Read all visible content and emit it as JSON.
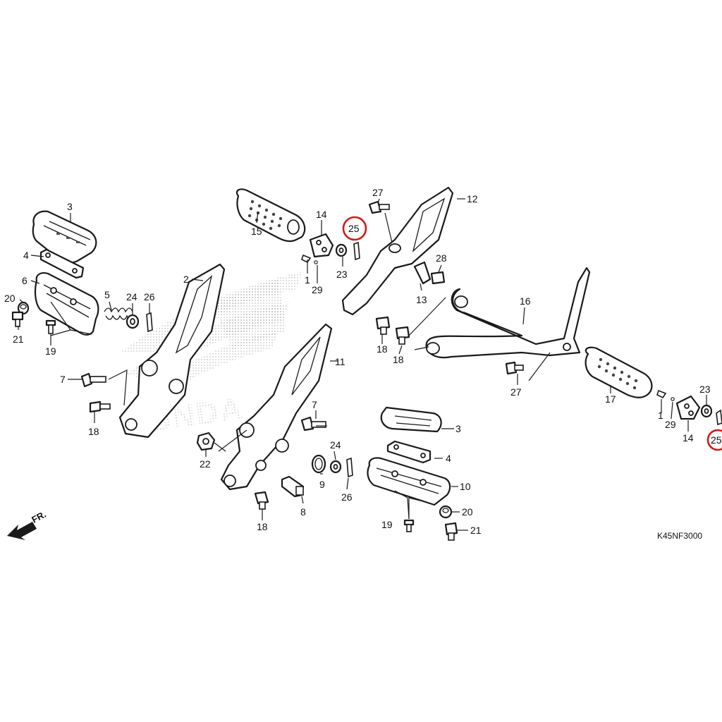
{
  "diagram": {
    "drawing_code": "K45NF3000",
    "front_label": "FR.",
    "highlight_color": "#d21a1a",
    "watermark_brand": "HONDA",
    "callouts": {
      "c1a": "1",
      "c1b": "1",
      "c2": "2",
      "c3a": "3",
      "c3b": "3",
      "c4a": "4",
      "c4b": "4",
      "c5": "5",
      "c6": "6",
      "c7a": "7",
      "c7b": "7",
      "c8": "8",
      "c9": "9",
      "c10": "10",
      "c11": "11",
      "c12": "12",
      "c13": "13",
      "c14a": "14",
      "c14b": "14",
      "c15": "15",
      "c16": "16",
      "c17": "17",
      "c18a": "18",
      "c18b": "18",
      "c18c": "18",
      "c18d": "18",
      "c19a": "19",
      "c19b": "19",
      "c20a": "20",
      "c20b": "20",
      "c21a": "21",
      "c21b": "21",
      "c22": "22",
      "c23a": "23",
      "c23b": "23",
      "c24a": "24",
      "c24b": "24",
      "c25a": "25",
      "c25b": "25",
      "c26a": "26",
      "c26b": "26",
      "c27a": "27",
      "c27b": "27",
      "c28": "28",
      "c29a": "29",
      "c29b": "29"
    }
  }
}
